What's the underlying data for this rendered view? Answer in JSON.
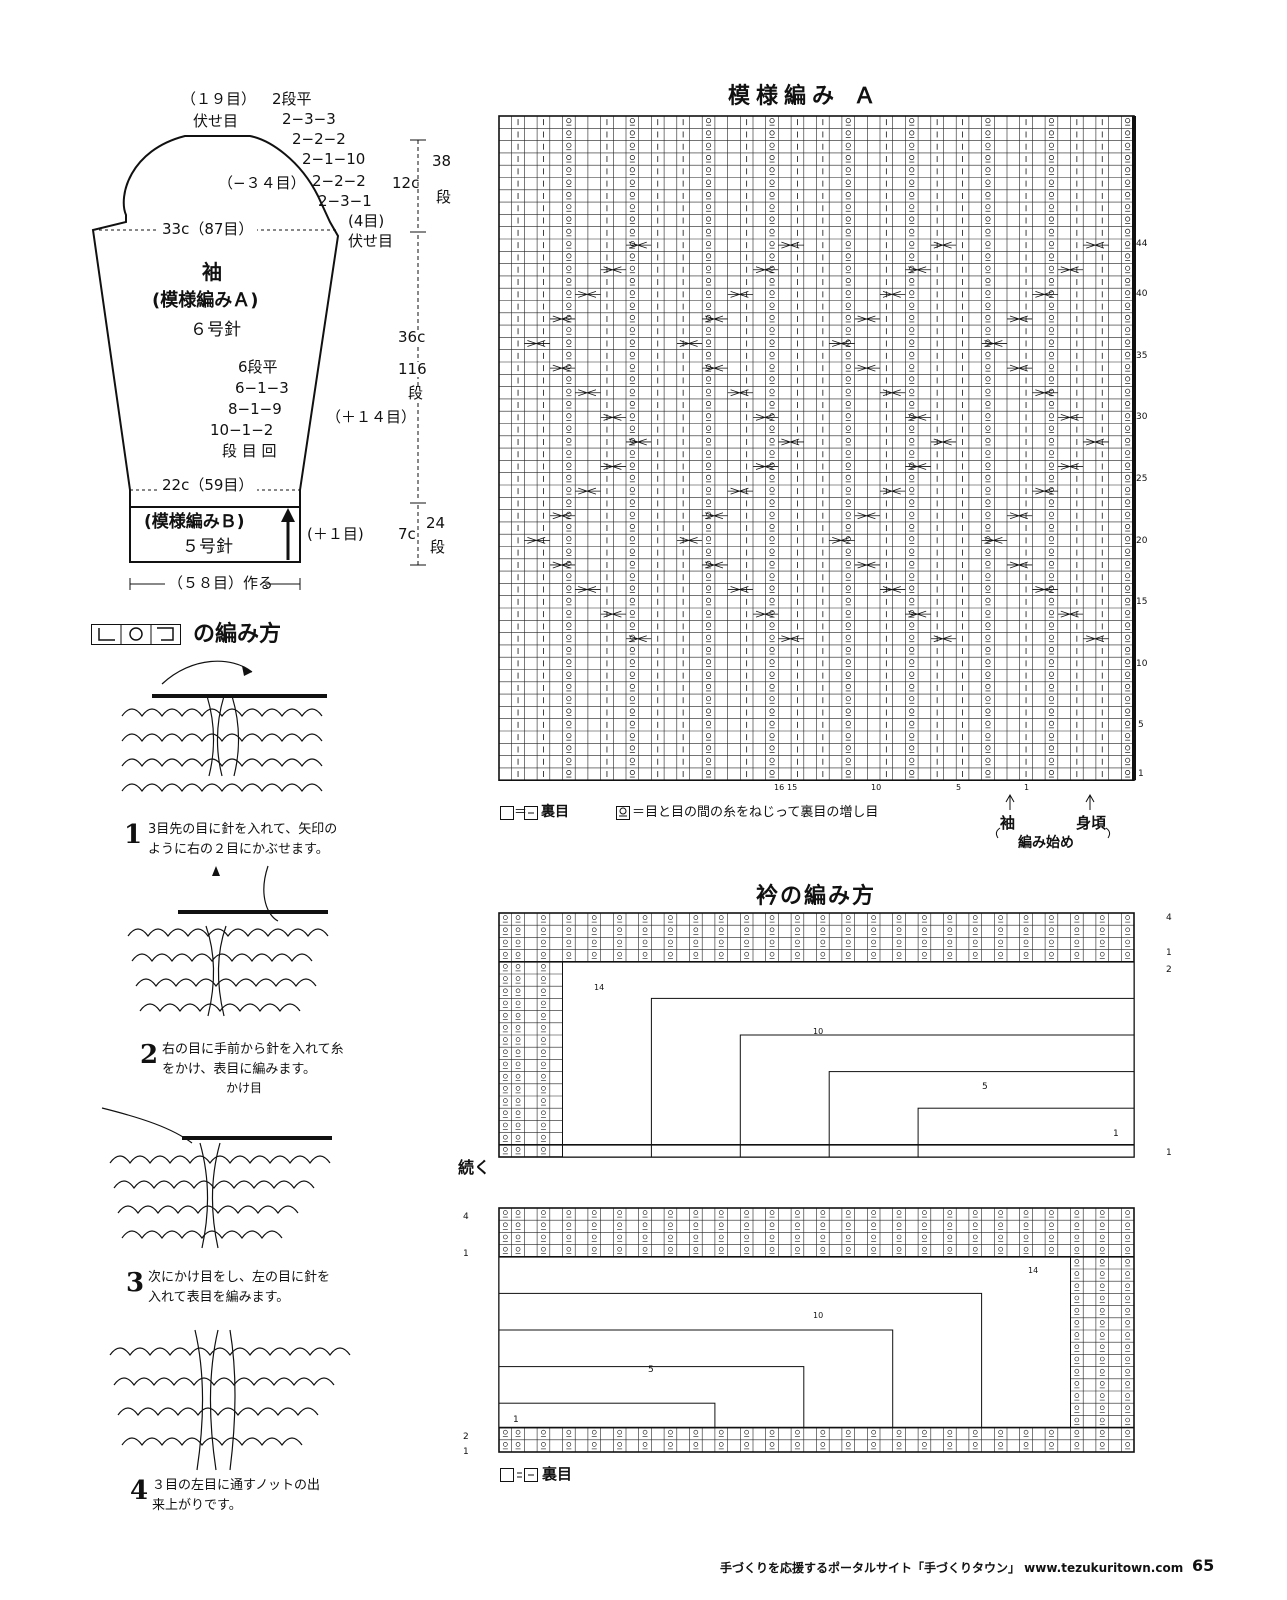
{
  "sleeve": {
    "top_stitches": "（１９目）",
    "top_bind_off": "伏せ目",
    "decrease_rows": [
      "2段平",
      "2−3−3",
      "2−2−2",
      "2−1−10",
      "2−2−2",
      "2−3−1"
    ],
    "cap_height_cm": "12c",
    "cap_rows": [
      "38",
      "段"
    ],
    "cap_decrease_total": "（−３４目）",
    "underarm_bind": [
      "(4目)",
      "伏せ目"
    ],
    "width_top": "33c（87目）",
    "name": "袖",
    "pattern": "(模様編みＡ)",
    "needle": "６号針",
    "increase_rows": [
      "6段平",
      "6−1−3",
      "8−1−9",
      "10−1−2",
      "段 目 回"
    ],
    "length_cm": "36c",
    "length_rows": [
      "116",
      "段"
    ],
    "increase_total": "（＋１４目）",
    "width_bottom": "22c（59目）",
    "cuff_pattern": "(模様編みＢ)",
    "cuff_needle": "５号針",
    "cuff_increase": "(＋１目)",
    "cuff_height_cm": "7c",
    "cuff_rows": [
      "24",
      "段"
    ],
    "cast_on": "（５８目）作る"
  },
  "knot_section": {
    "title": "の編み方",
    "steps": [
      {
        "number": "1",
        "text": "3目先の目に針を入れて、矢印のように右の２目にかぶせます。"
      },
      {
        "number": "2",
        "text": "右の目に手前から針を入れて糸をかけ、表目に編みます。",
        "label": "かけ目"
      },
      {
        "number": "3",
        "text": "次にかけ目をし、左の目に針を入れて表目を編みます。"
      },
      {
        "number": "4",
        "text": "３目の左目に通すノットの出来上がりです。"
      }
    ]
  },
  "chart_a": {
    "title": "模様編み Ａ",
    "row_labels": [
      "44",
      "40",
      "35",
      "30",
      "25",
      "20",
      "15",
      "10",
      "5",
      "1"
    ],
    "bottom_labels": [
      "16",
      "15",
      "10",
      "5",
      "1"
    ],
    "legend_purl": "＝",
    "legend_purl_text": "裏目",
    "legend_inc": "＝目と目の間の糸をねじって裏目の増し目",
    "sleeve_label": "袖",
    "body_label": "身頃",
    "start_label": "編み始め"
  },
  "collar": {
    "title": "衿の編み方",
    "top_markers": [
      "4",
      "1",
      "2",
      "14",
      "10",
      "5",
      "1",
      "1"
    ],
    "continue_label": "続く",
    "bottom_markers": [
      "4",
      "1",
      "14",
      "10",
      "5",
      "1",
      "2",
      "1"
    ],
    "legend_text": "裏目"
  },
  "footer": {
    "text": "手づくりを応援するポータルサイト「手づくりタウン」 www.tezukuritown.com",
    "page": "65"
  }
}
